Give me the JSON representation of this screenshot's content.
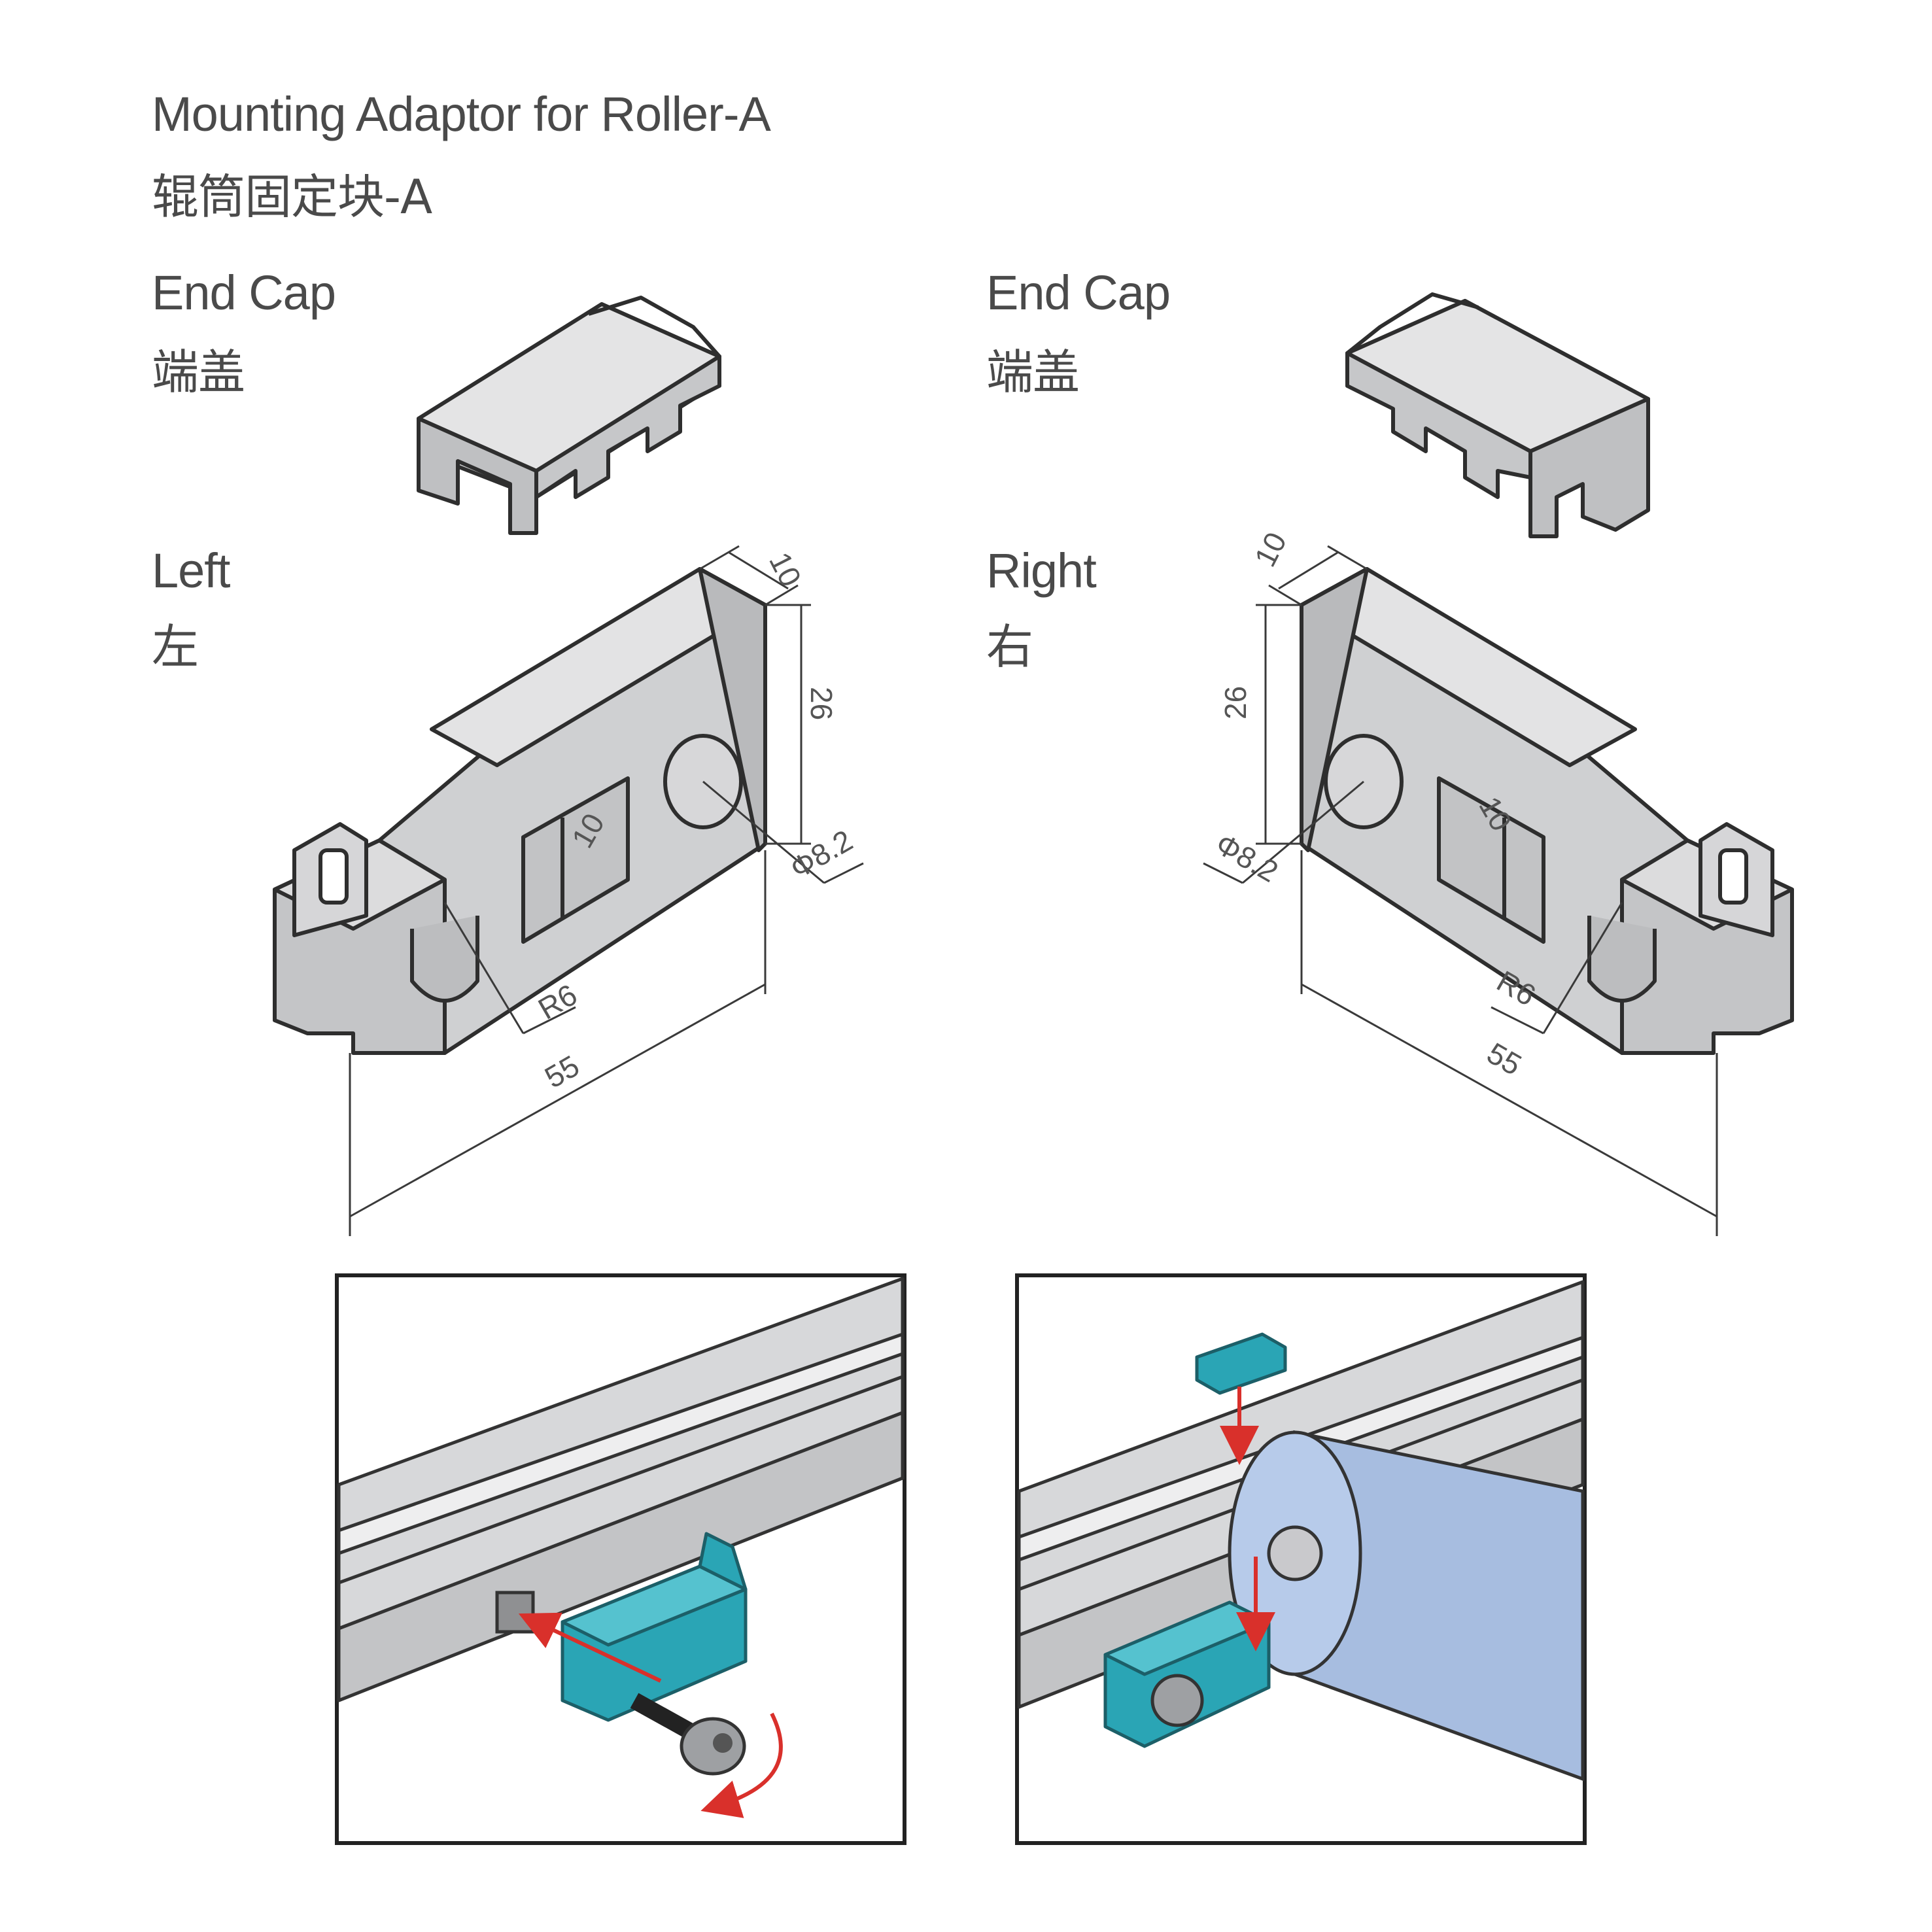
{
  "title": {
    "en": "Mounting Adaptor for Roller-A",
    "cn": "辊筒固定块-A"
  },
  "left_section": {
    "end_cap": {
      "en": "End Cap",
      "cn": "端盖"
    },
    "side": {
      "en": "Left",
      "cn": "左"
    },
    "dimensions": {
      "depth": "10",
      "height": "26",
      "hole": "Φ8.2",
      "radius": "R6",
      "length": "55",
      "slot": "10"
    }
  },
  "right_section": {
    "end_cap": {
      "en": "End Cap",
      "cn": "端盖"
    },
    "side": {
      "en": "Right",
      "cn": "右"
    },
    "dimensions": {
      "depth": "10",
      "height": "26",
      "hole": "Φ8.2",
      "radius": "R6",
      "length": "55",
      "slot": "10"
    }
  },
  "colors": {
    "part_fill": "#cfd0d2",
    "part_top": "#e3e3e4",
    "outline": "#2e2e2e",
    "accent_teal": "#2aa5b5",
    "arrow_red": "#d9302b",
    "roller_blue": "#a7bde0"
  }
}
